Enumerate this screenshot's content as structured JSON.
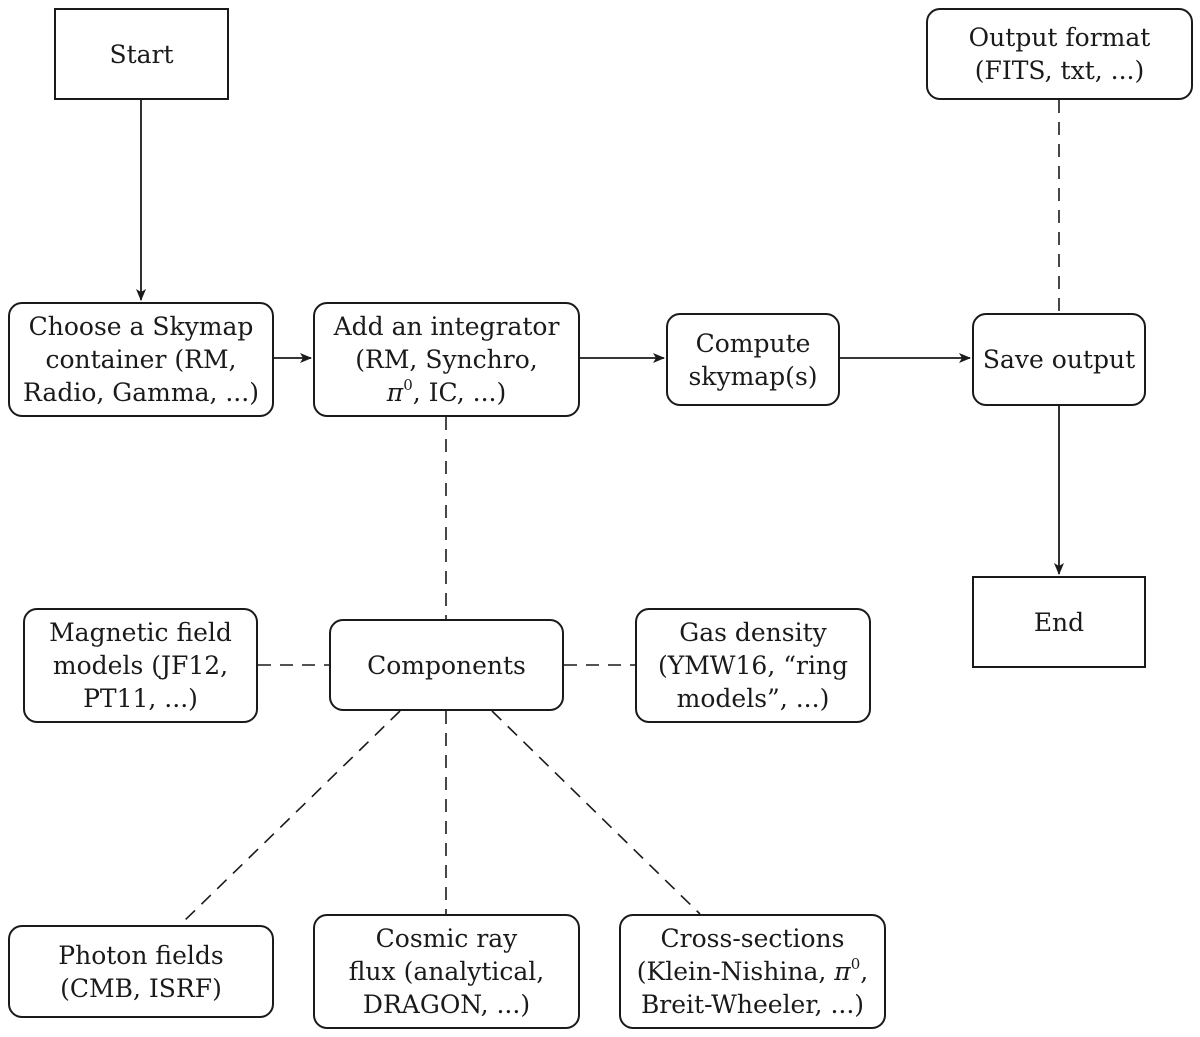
{
  "nodes": {
    "start": {
      "lines": [
        "Start"
      ]
    },
    "choose": {
      "lines": [
        "Choose a Skymap",
        "container (RM,",
        "Radio, Gamma, ...)"
      ]
    },
    "integrator": {
      "lines": [
        "Add an integrator",
        "(RM, Synchro,"
      ],
      "pi_symbol": "π",
      "pi_sup": "0",
      "line3_rest": ", IC, ...)"
    },
    "compute": {
      "lines": [
        "Compute",
        "skymap(s)"
      ]
    },
    "save": {
      "lines": [
        "Save output"
      ]
    },
    "output_format": {
      "lines": [
        "Output format",
        "(FITS, txt, ...)"
      ]
    },
    "end": {
      "lines": [
        "End"
      ]
    },
    "components": {
      "lines": [
        "Components"
      ]
    },
    "magnetic": {
      "lines": [
        "Magnetic field",
        "models (JF12,",
        "PT11, ...)"
      ]
    },
    "gas": {
      "lines": [
        "Gas density",
        "(YMW16, “ring",
        "models”, ...)"
      ]
    },
    "photon": {
      "lines": [
        "Photon fields",
        "(CMB, ISRF)"
      ]
    },
    "cosmic": {
      "lines": [
        "Cosmic ray",
        "flux (analytical,",
        "DRAGON, ...)"
      ]
    },
    "xsec": {
      "line1": "Cross-sections",
      "line2_prefix": "(Klein-Nishina, ",
      "pi_symbol": "π",
      "pi_sup": "0",
      "line2_suffix": ",",
      "line3": "Breit-Wheeler, ...)"
    }
  },
  "edges": [
    {
      "from": "start",
      "to": "choose",
      "style": "solid-arrow"
    },
    {
      "from": "choose",
      "to": "integrator",
      "style": "solid-arrow"
    },
    {
      "from": "integrator",
      "to": "compute",
      "style": "solid-arrow"
    },
    {
      "from": "compute",
      "to": "save",
      "style": "solid-arrow"
    },
    {
      "from": "save",
      "to": "end",
      "style": "solid-arrow"
    },
    {
      "from": "output_format",
      "to": "save",
      "style": "dashed"
    },
    {
      "from": "integrator",
      "to": "components",
      "style": "dashed"
    },
    {
      "from": "magnetic",
      "to": "components",
      "style": "dashed"
    },
    {
      "from": "components",
      "to": "gas",
      "style": "dashed"
    },
    {
      "from": "components",
      "to": "photon",
      "style": "dashed"
    },
    {
      "from": "components",
      "to": "cosmic",
      "style": "dashed"
    },
    {
      "from": "components",
      "to": "xsec",
      "style": "dashed"
    }
  ]
}
